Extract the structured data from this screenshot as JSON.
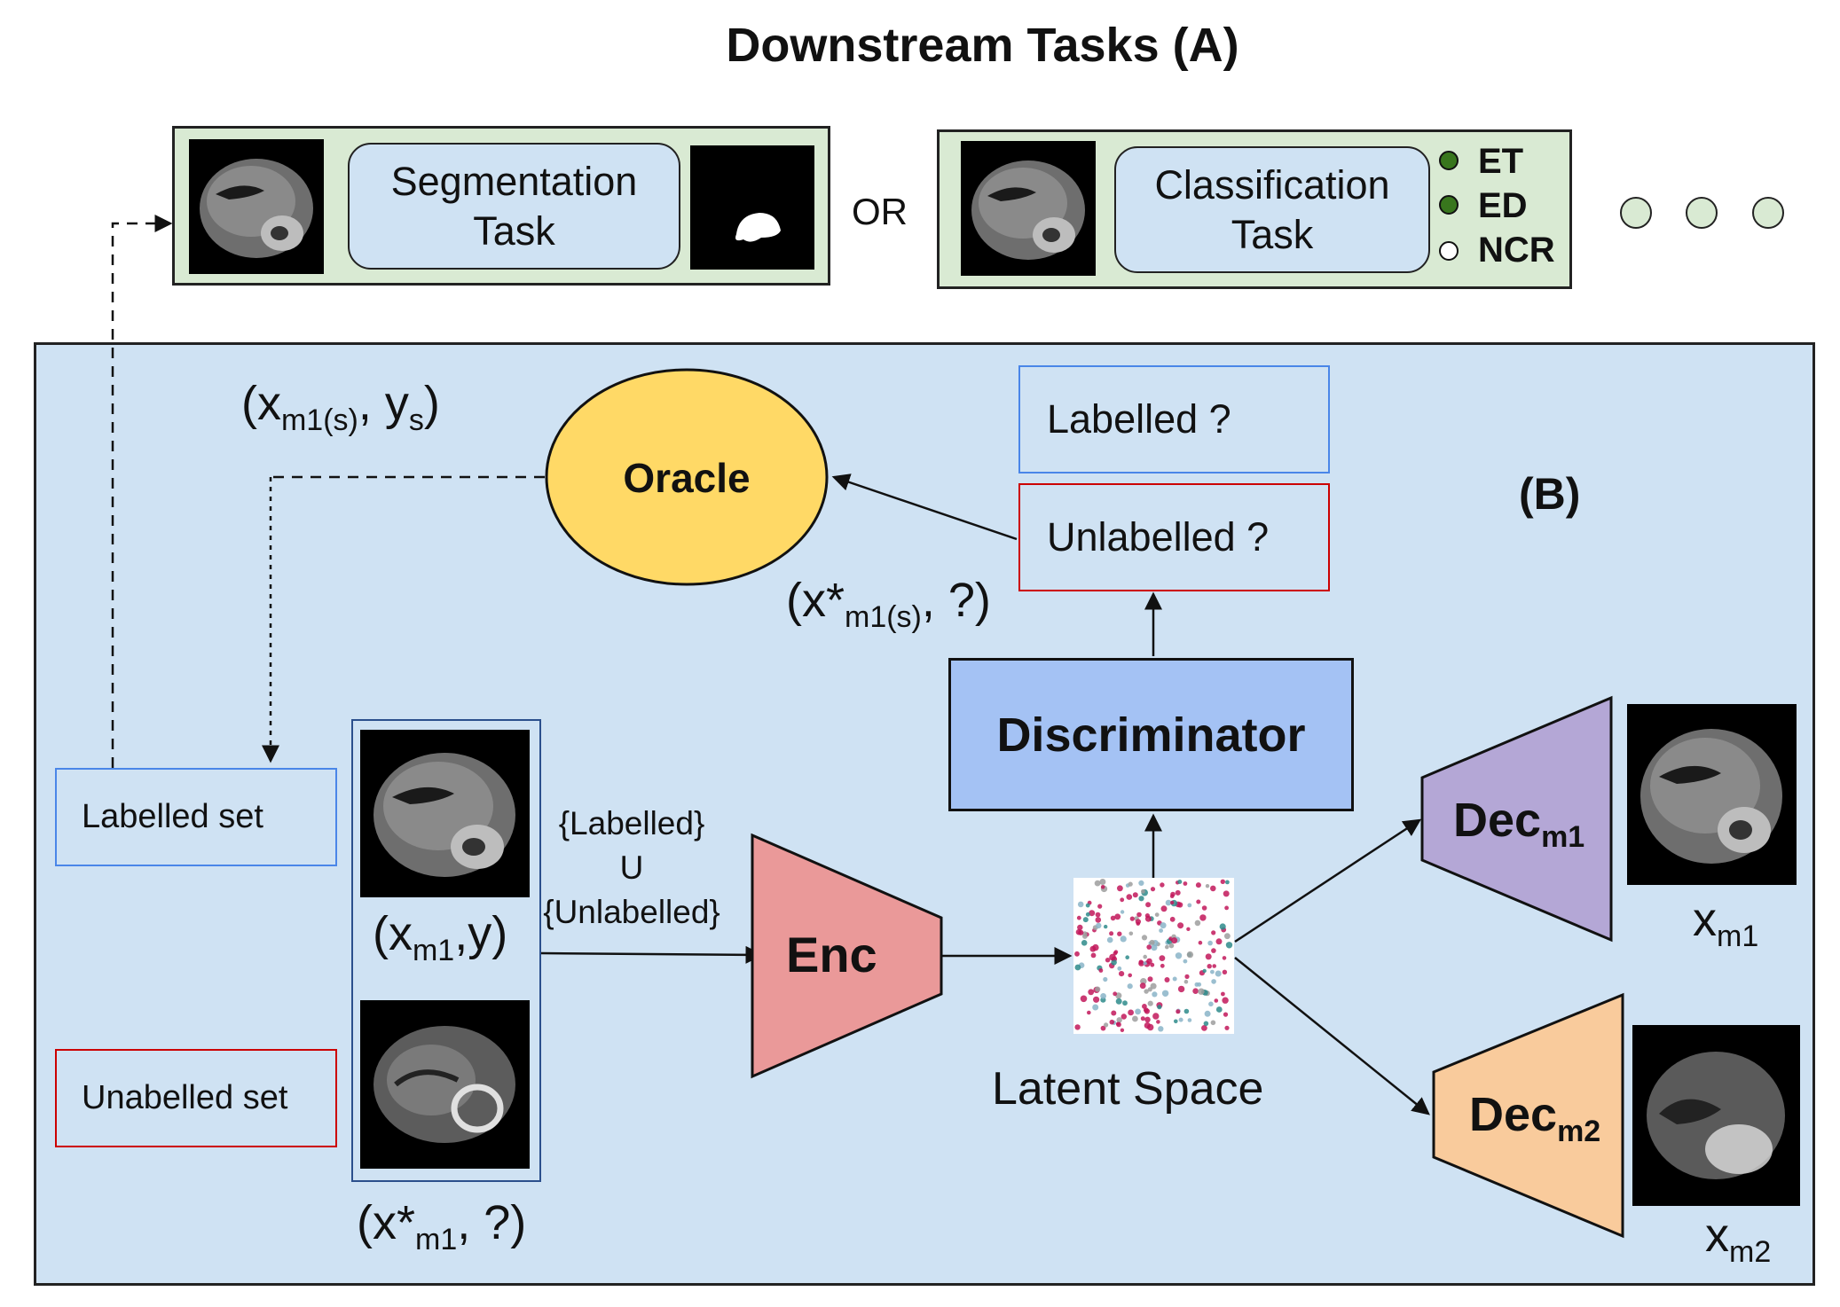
{
  "title": "Downstream Tasks (A)",
  "panel_a": {
    "segmentation_task": [
      "Segmentation",
      "Task"
    ],
    "or_label": "OR",
    "classification_task": [
      "Classification",
      "Task"
    ],
    "classes": [
      {
        "label": "ET",
        "filled": true
      },
      {
        "label": "ED",
        "filled": true
      },
      {
        "label": "NCR",
        "filled": false
      }
    ]
  },
  "panel_b": {
    "label": "(B)",
    "oracle": "Oracle",
    "oracle_output": {
      "x": "(x",
      "sub": "m1(s)",
      "mid": ", y",
      "sub2": "s",
      "end": ")"
    },
    "query": {
      "labelled": "Labelled ?",
      "unlabelled": "Unlabelled ?"
    },
    "selected": {
      "x": "(x*",
      "sub": "m1(s)",
      "end": ", ?)"
    },
    "discriminator": "Discriminator",
    "labelled_set": "Labelled set",
    "unlabelled_set": "Unabelled set",
    "union": [
      "{Labelled}",
      "U",
      "{Unlabelled}"
    ],
    "pair_labelled": {
      "x": "(x",
      "sub": "m1",
      "end": ",y)"
    },
    "pair_unlabelled": {
      "x": "(x*",
      "sub": "m1",
      "end": ", ?)"
    },
    "encoder": "Enc",
    "latent_space": "Latent Space",
    "decoder_1": {
      "main": "Dec",
      "sub": "m1"
    },
    "decoder_2": {
      "main": "Dec",
      "sub": "m2"
    },
    "output_1": {
      "main": "x",
      "sub": "m1"
    },
    "output_2": {
      "main": "x",
      "sub": "m2"
    }
  },
  "colors": {
    "panel_a_bg": "#d9ead3",
    "panel_b_bg": "#cfe2f3",
    "oracle": "#ffd966",
    "discriminator": "#a4c2f4",
    "encoder": "#ea9999",
    "decoder_1": "#b4a7d6",
    "decoder_2": "#f9cb9c",
    "labelled_border": "#4a86e8",
    "unlabelled_border": "#cc0000",
    "class_dot": "#38761d"
  }
}
